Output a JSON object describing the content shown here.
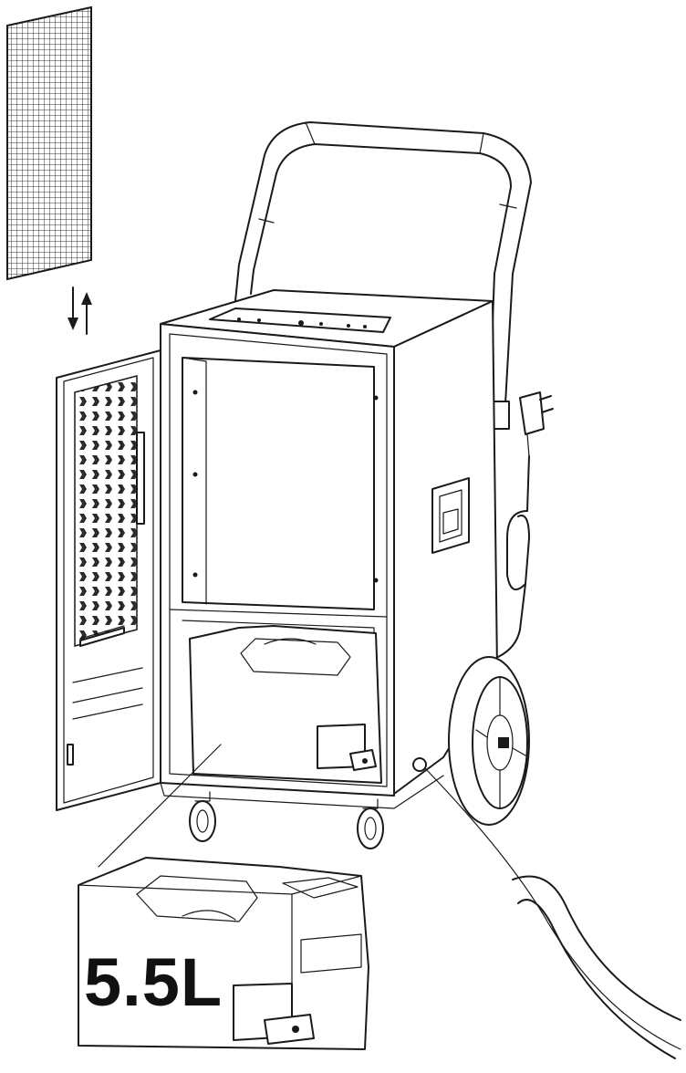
{
  "tank": {
    "capacity_label": "5.5L"
  },
  "parts": [
    "filter-screen-icon",
    "up-down-arrows-icon",
    "dehumidifier-unit",
    "cart-handle",
    "control-panel",
    "open-door",
    "side-carry-handle",
    "power-plug-icon",
    "power-cord",
    "wheel",
    "caster-wheel",
    "water-tank",
    "drain-hose"
  ],
  "colors": {
    "line": "#1a1a1a",
    "background": "#ffffff"
  }
}
